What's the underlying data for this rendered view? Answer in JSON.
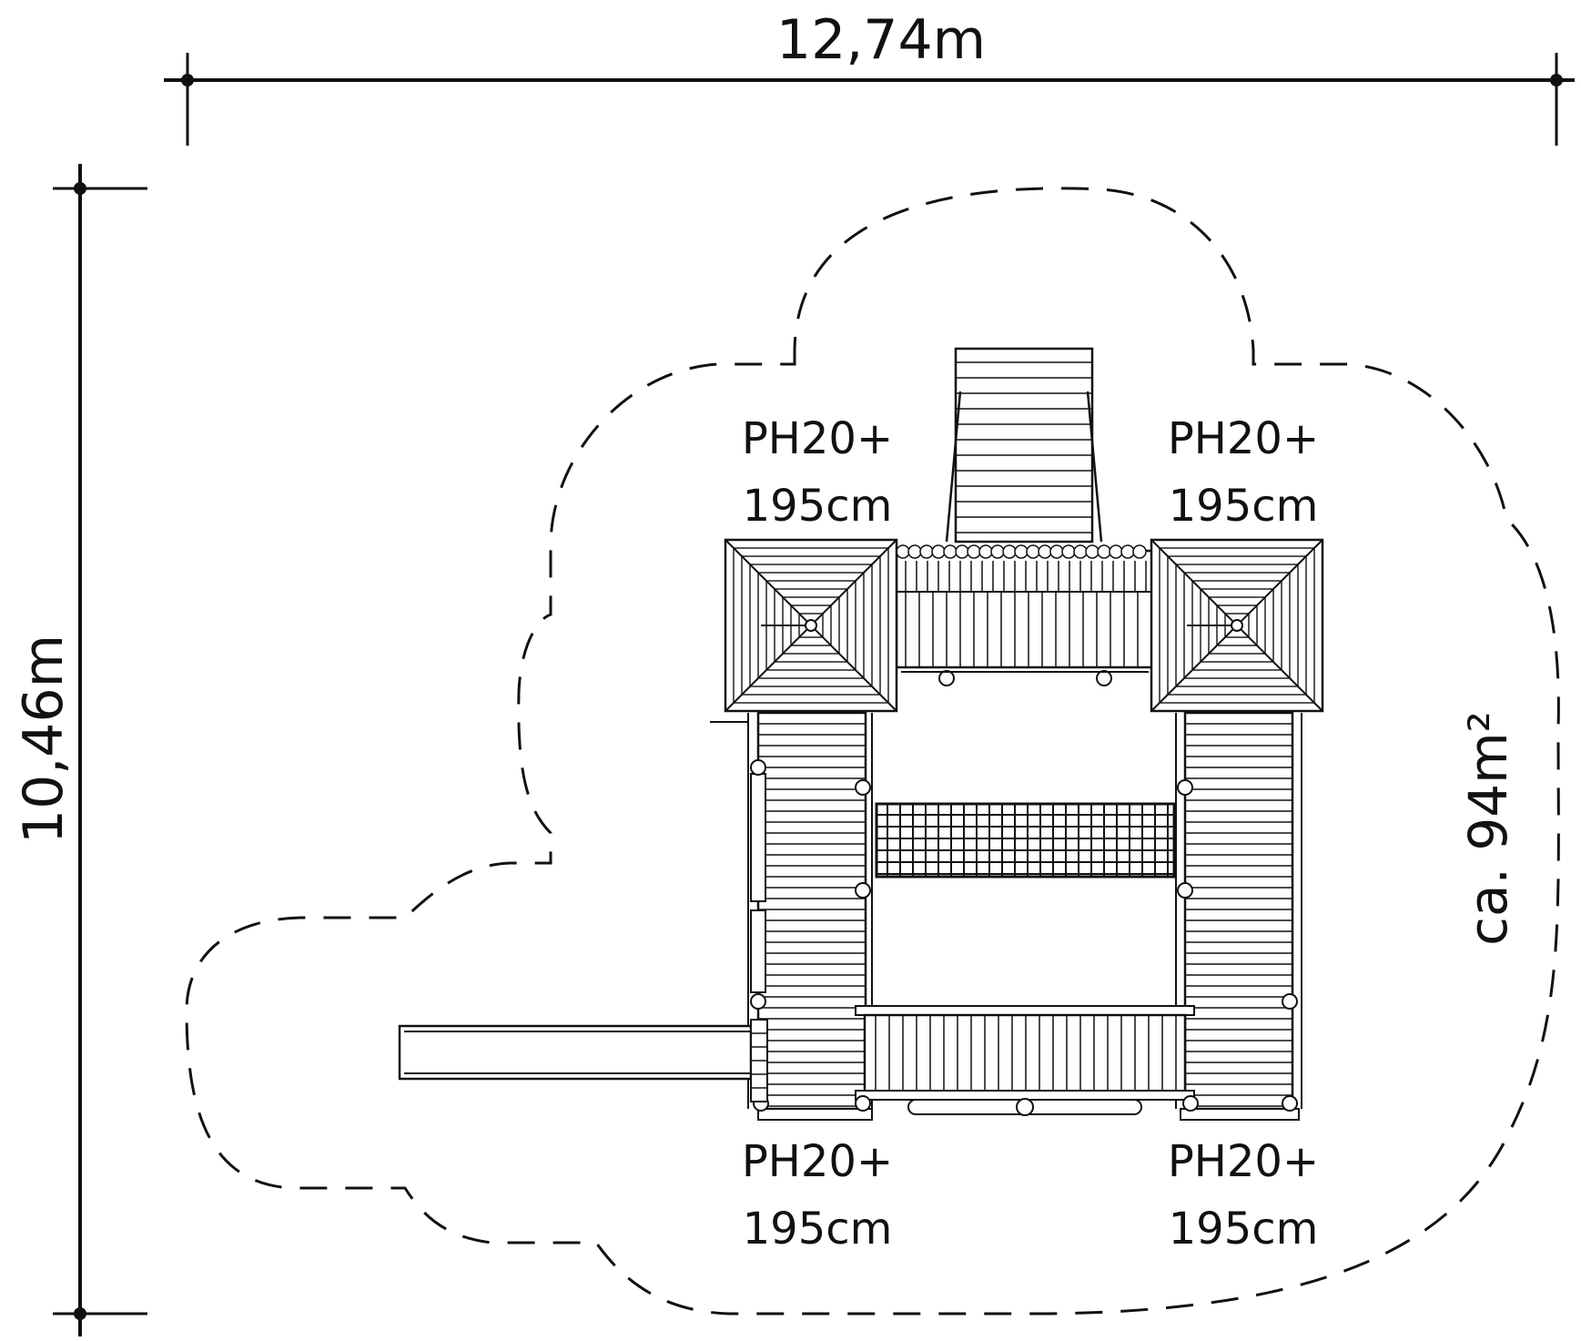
{
  "dimensions": {
    "width_label": "12,74m",
    "depth_label": "10,46m"
  },
  "area_label": "ca. 94m²",
  "towers": [
    {
      "code": "PH20+",
      "height": "195cm"
    },
    {
      "code": "PH20+",
      "height": "195cm"
    },
    {
      "code": "PH20+",
      "height": "195cm"
    },
    {
      "code": "PH20+",
      "height": "195cm"
    }
  ],
  "colors": {
    "ink": "#111111",
    "background": "#ffffff"
  }
}
